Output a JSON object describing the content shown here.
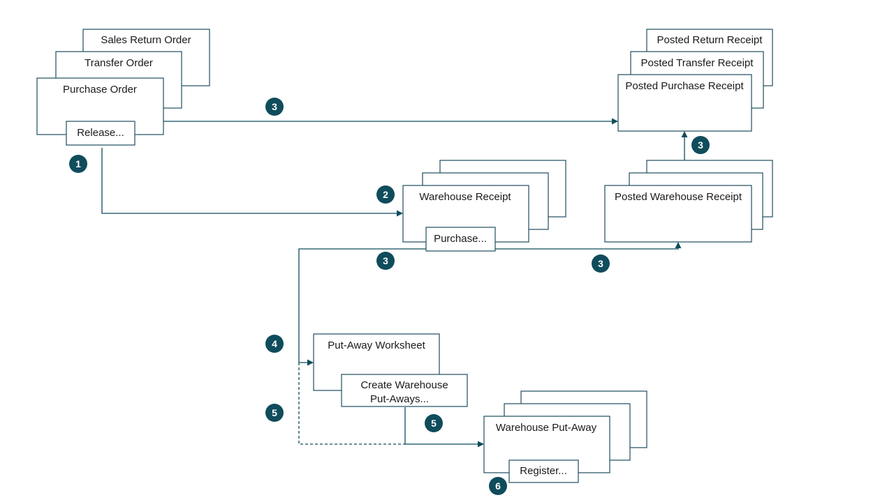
{
  "colors": {
    "accent": "#0f4c5c",
    "box_border": "#1f4e5f",
    "text": "#1a1a1a",
    "background": "#ffffff"
  },
  "nodes": {
    "sales_return_order": "Sales Return Order",
    "transfer_order": "Transfer Order",
    "purchase_order": "Purchase Order",
    "release_action": "Release...",
    "posted_return_receipt": "Posted Return Receipt",
    "posted_transfer_receipt": "Posted Transfer Receipt",
    "posted_purchase_receipt": "Posted Purchase Receipt",
    "warehouse_receipt": "Warehouse Receipt",
    "purchase_action": "Purchase...",
    "posted_warehouse_receipt": "Posted Warehouse Receipt",
    "put_away_worksheet": "Put-Away Worksheet",
    "create_put_aways_line1": "Create Warehouse",
    "create_put_aways_line2": "Put-Aways...",
    "warehouse_put_away": "Warehouse Put-Away",
    "register_action": "Register..."
  },
  "steps": {
    "s1": "1",
    "s2": "2",
    "s3a": "3",
    "s3b": "3",
    "s3c": "3",
    "s3d": "3",
    "s4": "4",
    "s5a": "5",
    "s5b": "5",
    "s6": "6"
  }
}
